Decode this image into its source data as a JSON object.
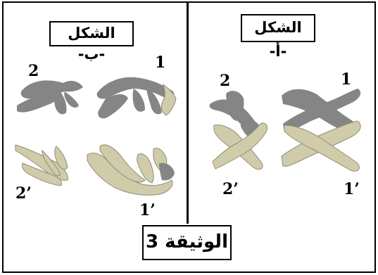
{
  "panels": {
    "b": {
      "title": "الشكل -ب-",
      "labels": {
        "top_left": "2",
        "top_right": "1",
        "bottom_left": "2’",
        "bottom_right": "1’"
      }
    },
    "a": {
      "title": "الشكل -أ-",
      "labels": {
        "top_left": "2",
        "top_right": "1",
        "bottom_left": "2’",
        "bottom_right": "1’"
      }
    }
  },
  "document_title": "الوثيقة 3",
  "colors": {
    "gray_chromatid": "#858585",
    "beige_chromatid": "#d0ccaa",
    "border": "#000000"
  }
}
